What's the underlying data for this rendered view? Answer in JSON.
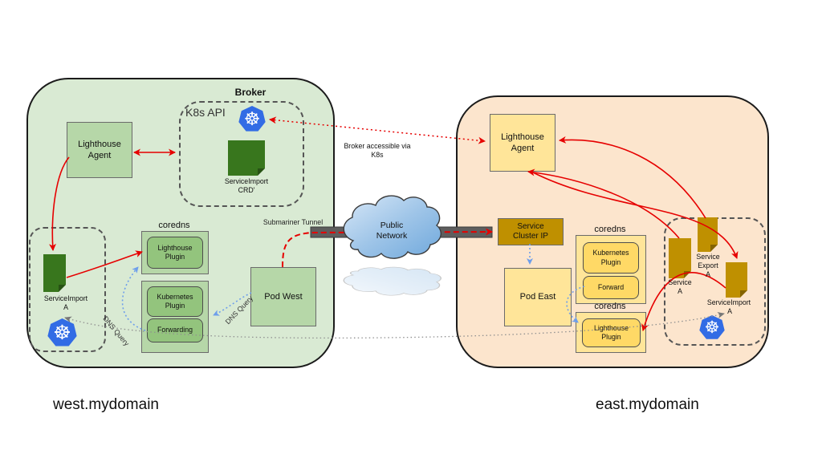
{
  "icons": {
    "kubernetes_glyph": "☸"
  },
  "colors": {
    "west_cluster_fill": "#d9ead3",
    "west_box_fill": "#b6d7a8",
    "west_plugin_fill": "#93c47d",
    "dark_green_icon": "#38761d",
    "east_cluster_fill": "#fce5cd",
    "east_box_fill": "#ffe599",
    "east_plugin_fill": "#ffd966",
    "gold_fill": "#bf9000",
    "kubernetes_blue": "#326ce5",
    "arrow_red": "#e60000",
    "dns_query_blue": "#6d9eeb",
    "sync_gray": "#8a8a8a",
    "tunnel_gray": "#5e5e5e",
    "cloud_blue": "#9fc5e8"
  },
  "west": {
    "domain": "west.mydomain",
    "broker": "Broker",
    "k8s_api": "K8s API",
    "serviceimport_crd": "ServiceImport\nCRD'",
    "lighthouse_agent": "Lighthouse\nAgent",
    "serviceimport_a": "ServiceImport\nA",
    "coredns_title_1": "coredns",
    "lighthouse_plugin": "Lighthouse\nPlugin",
    "coredns_title_2": "",
    "kubernetes_plugin": "Kubernetes\nPlugin",
    "forwarding": "Forwarding",
    "pod": "Pod West",
    "submariner_tunnel": "Submariner Tunnel",
    "dns_query_1": "DNS Query",
    "dns_query_2": "DNS Query"
  },
  "center": {
    "broker_note": "Broker accessible via\nK8s",
    "cloud_label": "Public\nNetwork"
  },
  "east": {
    "domain": "east.mydomain",
    "lighthouse_agent": "Lighthouse\nAgent",
    "service_cluster_ip": "Service\nCluster IP",
    "pod": "Pod East",
    "coredns_title_1": "coredns",
    "kubernetes_plugin": "Kubernetes\nPlugin",
    "forward": "Forward",
    "coredns_title_2": "coredns",
    "lighthouse_plugin": "Lighthouse\nPlugin",
    "service_a": "Service\nA",
    "service_export_a": "Service\nExport\nA",
    "serviceimport": "ServiceImport",
    "serviceimport_a_suffix": "A"
  }
}
